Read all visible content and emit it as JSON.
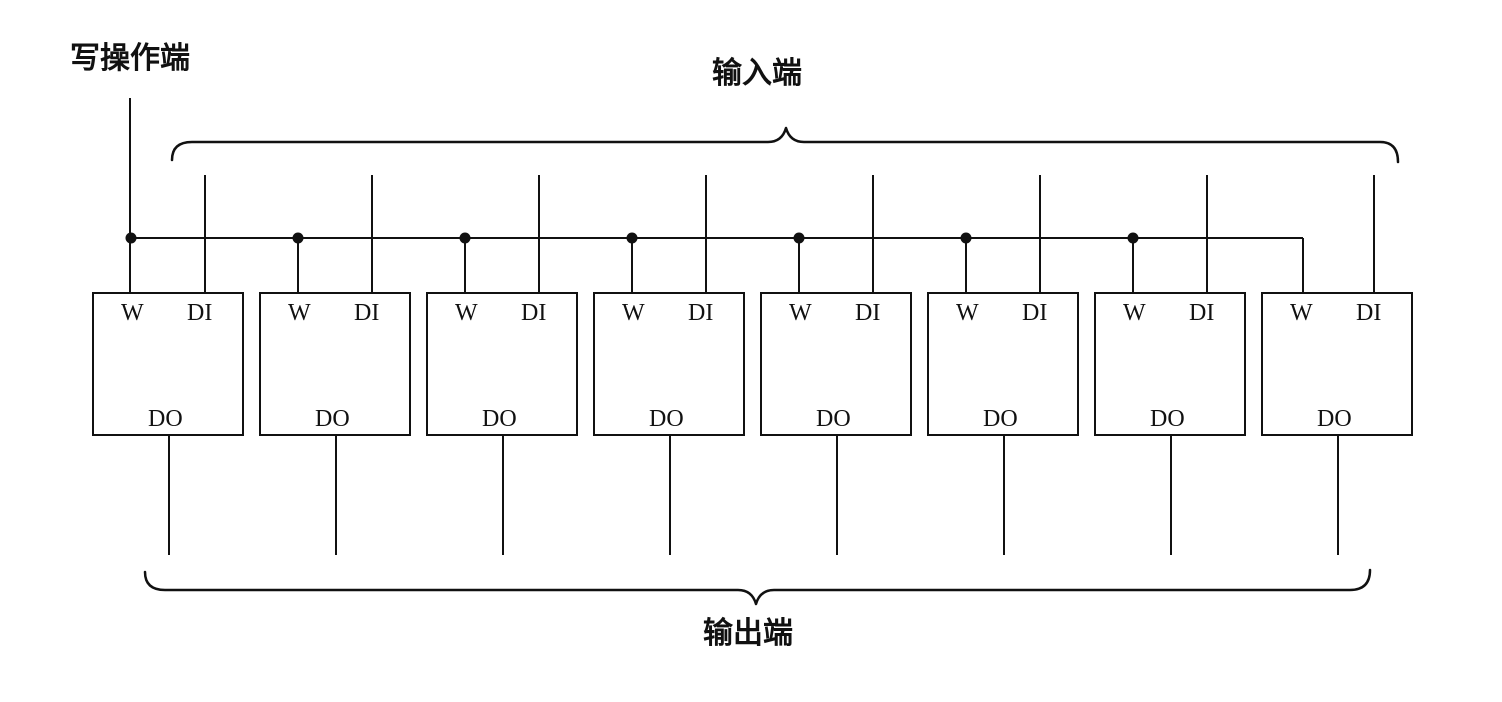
{
  "labels": {
    "write_port": "写操作端",
    "input_port": "输入端",
    "output_port": "输出端"
  },
  "cell": {
    "write_pin": "W",
    "data_in_pin": "DI",
    "data_out_pin": "DO"
  },
  "cells": [
    {
      "index": 1,
      "w": "W",
      "di": "DI",
      "do": "DO"
    },
    {
      "index": 2,
      "w": "W",
      "di": "DI",
      "do": "DO"
    },
    {
      "index": 3,
      "w": "W",
      "di": "DI",
      "do": "DO"
    },
    {
      "index": 4,
      "w": "W",
      "di": "DI",
      "do": "DO"
    },
    {
      "index": 5,
      "w": "W",
      "di": "DI",
      "do": "DO"
    },
    {
      "index": 6,
      "w": "W",
      "di": "DI",
      "do": "DO"
    },
    {
      "index": 7,
      "w": "W",
      "di": "DI",
      "do": "DO"
    },
    {
      "index": 8,
      "w": "W",
      "di": "DI",
      "do": "DO"
    }
  ],
  "colors": {
    "line": "#111111",
    "background": "#ffffff"
  }
}
